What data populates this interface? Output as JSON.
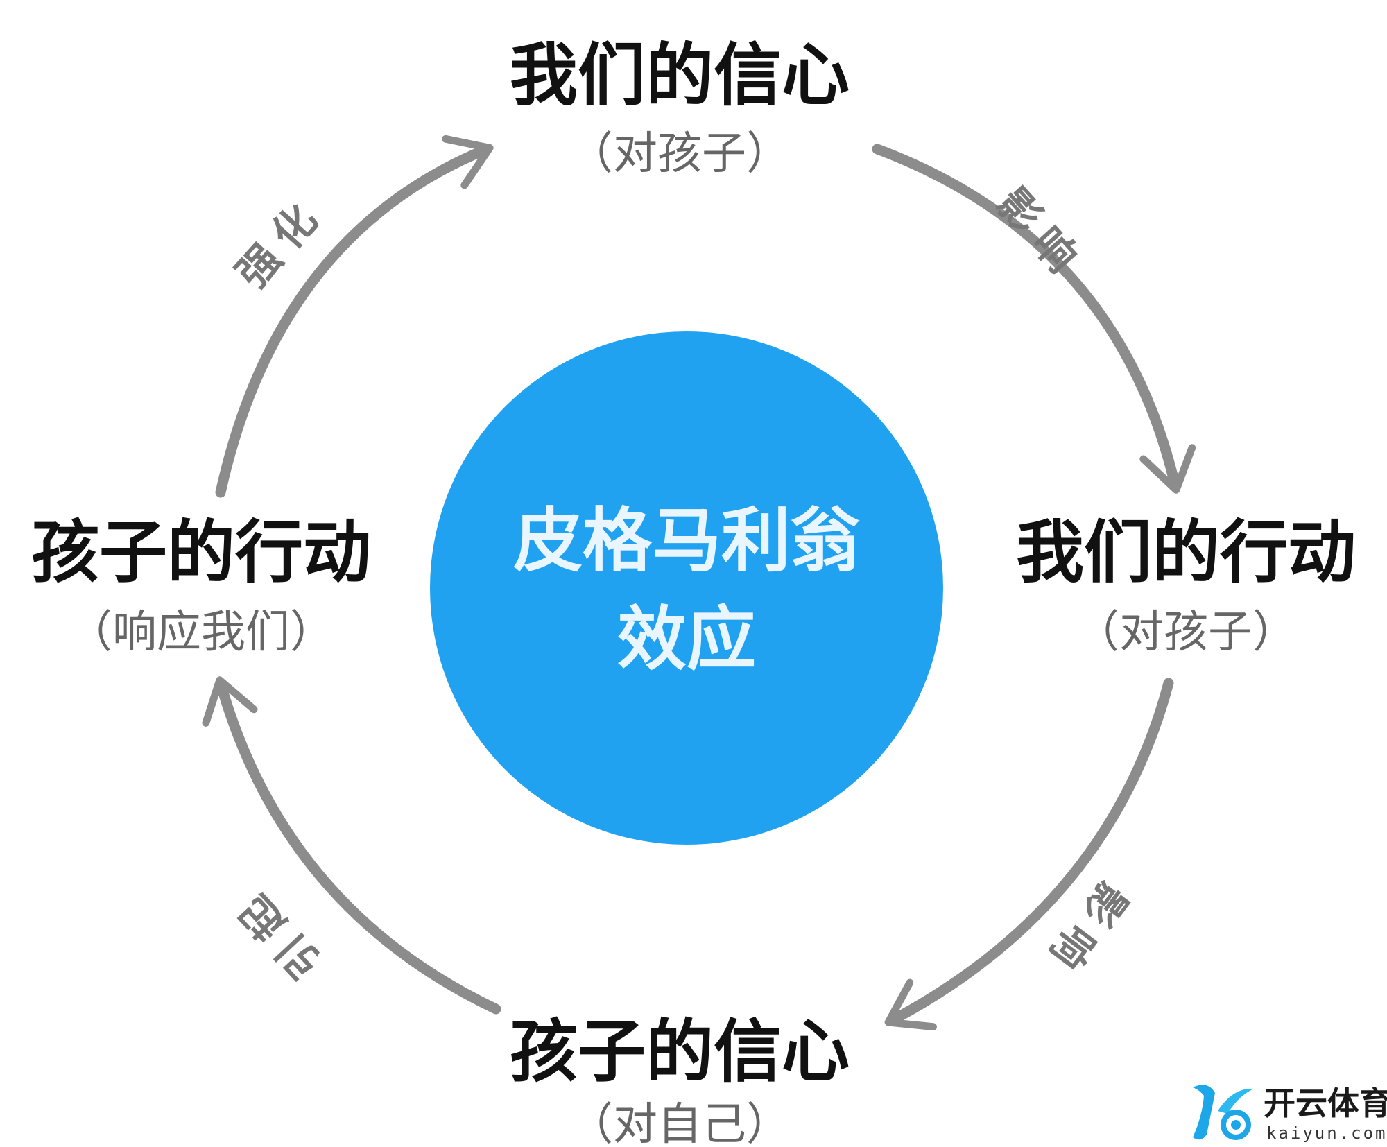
{
  "diagram": {
    "center": {
      "line1": "皮格马利翁",
      "line2": "效应",
      "color": "#21a2f1"
    },
    "nodes": {
      "top": {
        "title": "我们的信心",
        "subtitle": "（对孩子）"
      },
      "right": {
        "title": "我们的行动",
        "subtitle": "（对孩子）"
      },
      "bottom": {
        "title": "孩子的信心",
        "subtitle": "（对自己）"
      },
      "left": {
        "title": "孩子的行动",
        "subtitle": "（响应我们）"
      }
    },
    "edges": {
      "top_right": "影响",
      "bottom_right": "影响",
      "bottom_left": "引起",
      "top_left": "强化"
    },
    "arrow_color": "#8c8c8c"
  },
  "watermark": {
    "name": "开云体育",
    "domain": "kaiyun.com",
    "color": "#1ea7e8"
  }
}
